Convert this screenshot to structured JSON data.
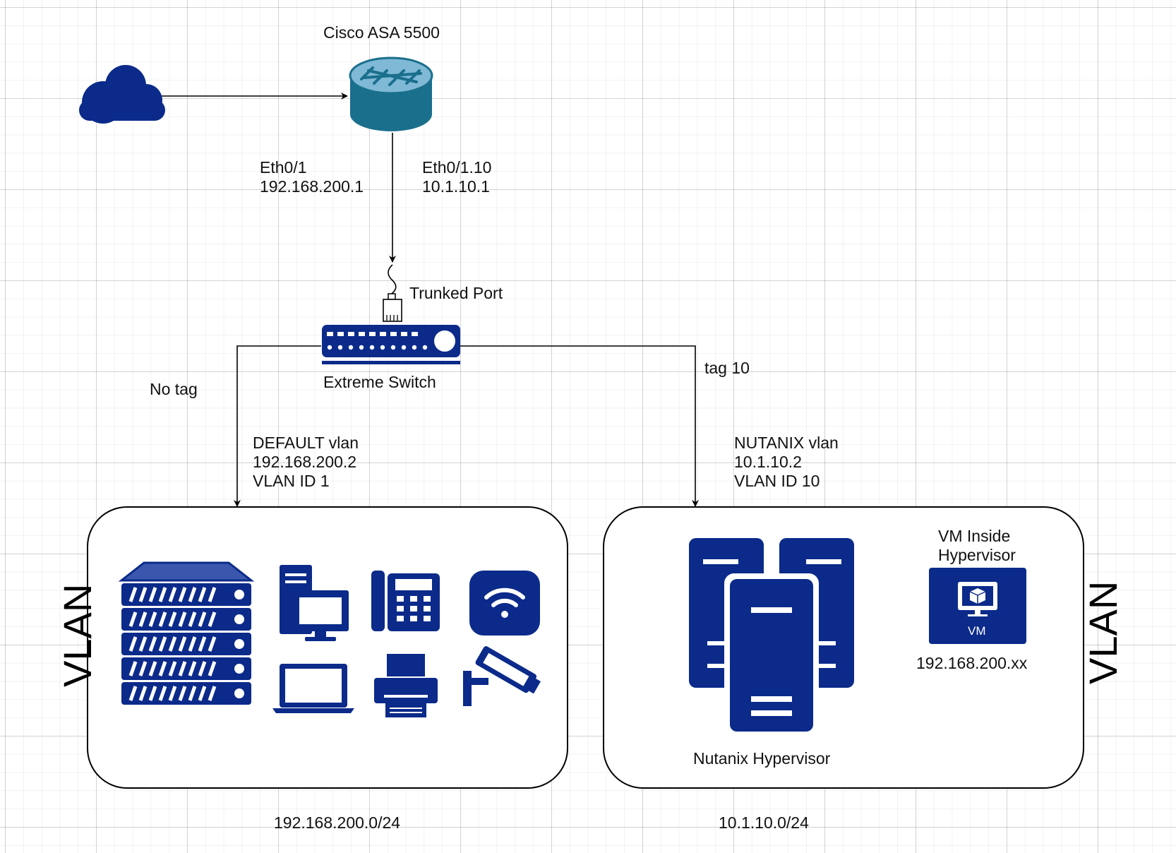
{
  "router": {
    "title": "Cisco ASA 5500",
    "icon": "router-icon"
  },
  "cloud": {
    "icon": "cloud-icon"
  },
  "links": {
    "router_left": {
      "iface": "Eth0/1",
      "ip": "192.168.200.1"
    },
    "router_right": {
      "iface": "Eth0/1.10",
      "ip": "10.1.10.1"
    },
    "trunk_label": "Trunked Port",
    "no_tag": "No tag",
    "tag_10": "tag 10"
  },
  "switch": {
    "name": "Extreme Switch",
    "icon": "switch-icon"
  },
  "default_vlan": {
    "line1": "DEFAULT vlan",
    "line2": "192.168.200.2",
    "line3": "VLAN ID 1"
  },
  "nutanix_vlan": {
    "line1": "NUTANIX vlan",
    "line2": "10.1.10.2",
    "line3": "VLAN ID 10"
  },
  "vlan_left": {
    "label": "VLAN",
    "subnet": "192.168.200.0/24"
  },
  "vlan_right": {
    "label": "VLAN",
    "subnet": "10.1.10.0/24",
    "hypervisor_label": "Nutanix Hypervisor",
    "vm_title_line1": "VM Inside",
    "vm_title_line2": "Hypervisor",
    "vm_badge": "VM",
    "vm_ip": "192.168.200.xx"
  },
  "colors": {
    "device_blue": "#0b2a8a",
    "router_teal": "#1a6f8c",
    "line": "#000000"
  }
}
